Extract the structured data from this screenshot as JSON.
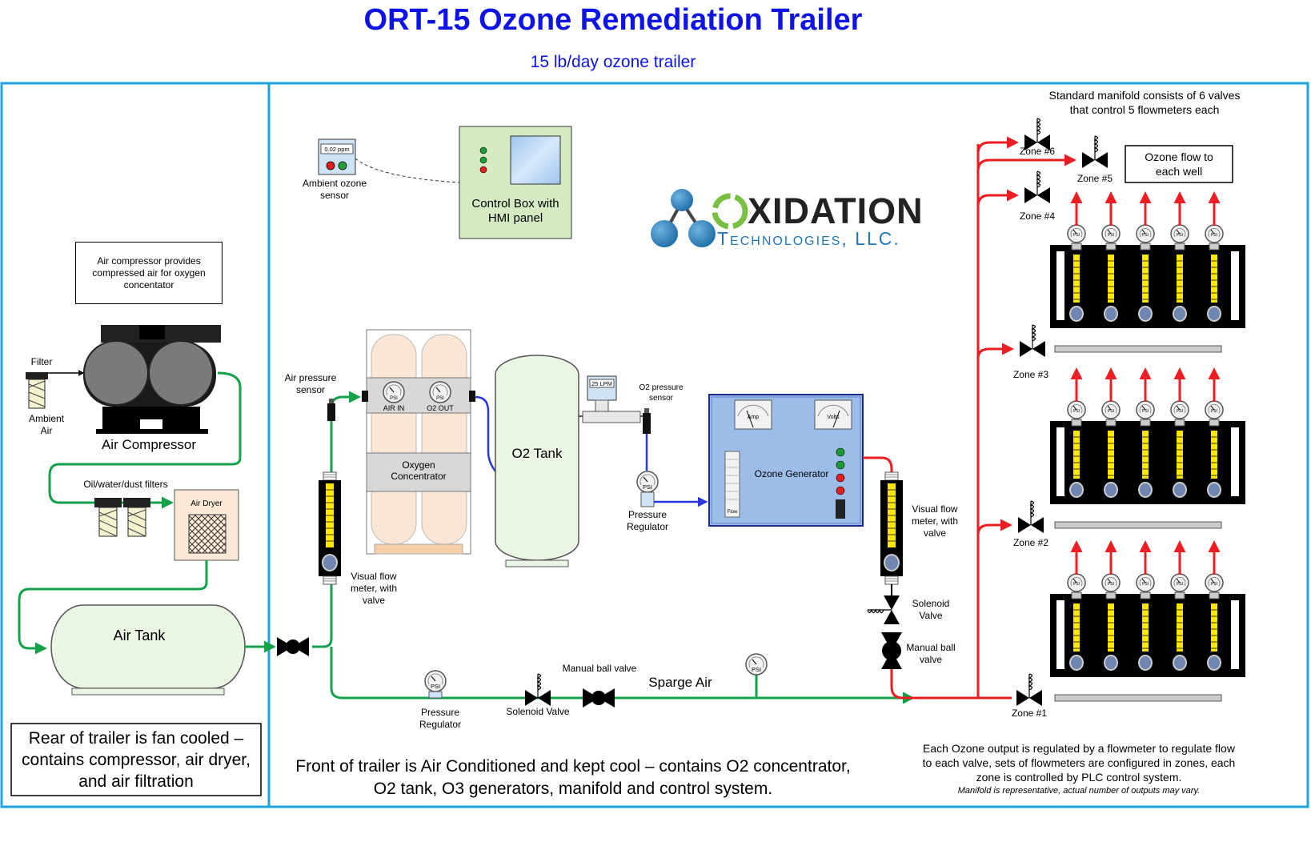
{
  "header": {
    "title": "ORT-15 Ozone Remediation Trailer",
    "subtitle": "15 lb/day ozone trailer"
  },
  "logo": {
    "word": "XIDATION",
    "sub": "Technologies, LLC."
  },
  "rear": {
    "compressor_note": "Air compressor provides compressed air for oxygen concentator",
    "filter": "Filter",
    "ambient_air": "Ambient Air",
    "air_compressor": "Air Compressor",
    "filters": "Oil/water/dust filters",
    "air_dryer": "Air Dryer",
    "air_tank": "Air Tank",
    "footer": "Rear of trailer is fan cooled – contains compressor, air dryer, and air filtration"
  },
  "front": {
    "ambient_sensor_reading": "0.02 ppm",
    "ambient_sensor": "Ambient ozone sensor",
    "control_box": "Control Box with HMI panel",
    "air_pressure_sensor": "Air pressure sensor",
    "air_in": "AIR IN",
    "o2_out": "O2 OUT",
    "psi": "PSI",
    "oxygen_concentrator": "Oxygen Concentrator",
    "o2_tank": "O2 Tank",
    "lpm_reading": "25 LPM",
    "o2_pressure_sensor": "O2 pressure sensor",
    "pressure_regulator": "Pressure Regulator",
    "amp": "Amp",
    "volts": "Volts",
    "flow": "Flow",
    "ozone_generator": "Ozone Generator",
    "visual_flow_meter": "Visual flow meter, with valve",
    "solenoid_valve_stack": "Solenoid Valve",
    "manual_ball_valve_stack": "Manual ball valve",
    "manual_ball_valve": "Manual ball valve",
    "solenoid_valve": "Solenoid Valve",
    "sparge_air": "Sparge Air",
    "footer": "Front of trailer is Air Conditioned and kept cool – contains O2 concentrator, O2 tank, O3 generators, manifold and control system."
  },
  "manifold": {
    "note": "Standard manifold consists of 6 valves that control 5 flowmeters each",
    "ozone_flow": "Ozone flow to each well",
    "zones": [
      "Zone #6",
      "Zone #5",
      "Zone #4",
      "Zone #3",
      "Zone #2",
      "Zone #1"
    ],
    "bottom_note": "Each Ozone output is regulated by a flowmeter to regulate flow to each valve, sets of flowmeters are configured in zones, each zone is controlled by PLC control system.",
    "bottom_note_italic": "Manifold is representative, actual number of outputs may vary."
  },
  "colors": {
    "frame": "#1ba3dc",
    "title": "#0f14e6",
    "air_line": "#13a14a",
    "o2_line": "#2a37e0",
    "ozone_line": "#ee1d23"
  }
}
